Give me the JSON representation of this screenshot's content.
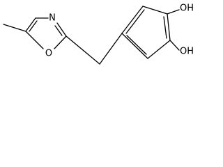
{
  "molecule": {
    "ring_nitrogen": "N",
    "ring_oxygen": "O",
    "hydroxyl_upper": "OH",
    "hydroxyl_lower": "OH"
  }
}
